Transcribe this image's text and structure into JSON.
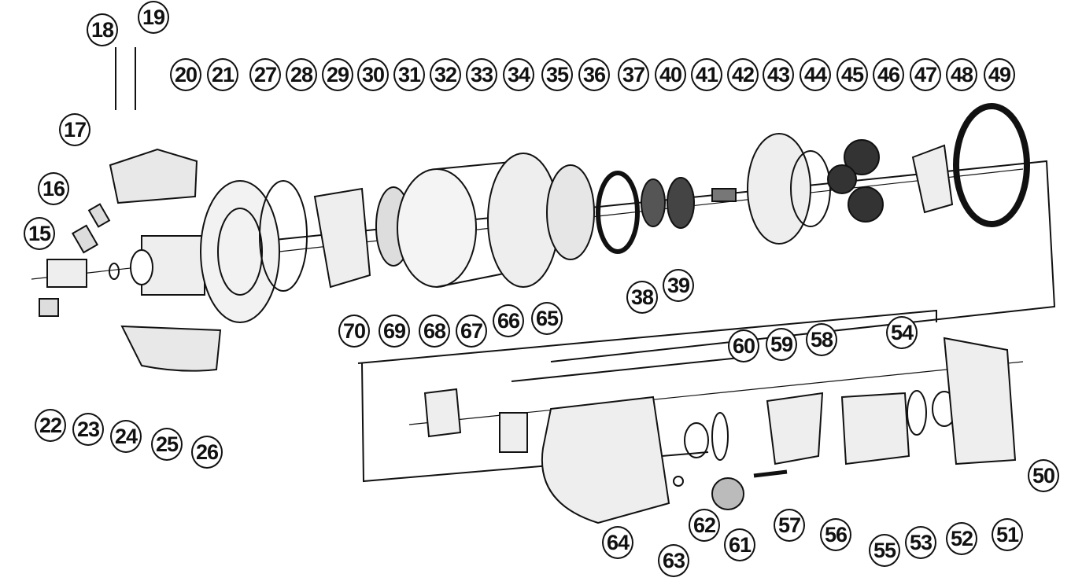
{
  "diagram": {
    "type": "exploded-parts-view",
    "callouts": [
      "15",
      "16",
      "17",
      "18",
      "19",
      "20",
      "21",
      "22",
      "23",
      "24",
      "25",
      "26",
      "27",
      "28",
      "29",
      "30",
      "31",
      "32",
      "33",
      "34",
      "35",
      "36",
      "37",
      "38",
      "39",
      "40",
      "41",
      "42",
      "43",
      "44",
      "45",
      "46",
      "47",
      "48",
      "49",
      "50",
      "51",
      "52",
      "53",
      "54",
      "55",
      "56",
      "57",
      "58",
      "59",
      "60",
      "61",
      "62",
      "63",
      "64",
      "65",
      "66",
      "67",
      "68",
      "69",
      "70"
    ],
    "colors": {
      "ink": "#111111",
      "background": "#ffffff",
      "shade": "#cfcfcf"
    }
  }
}
